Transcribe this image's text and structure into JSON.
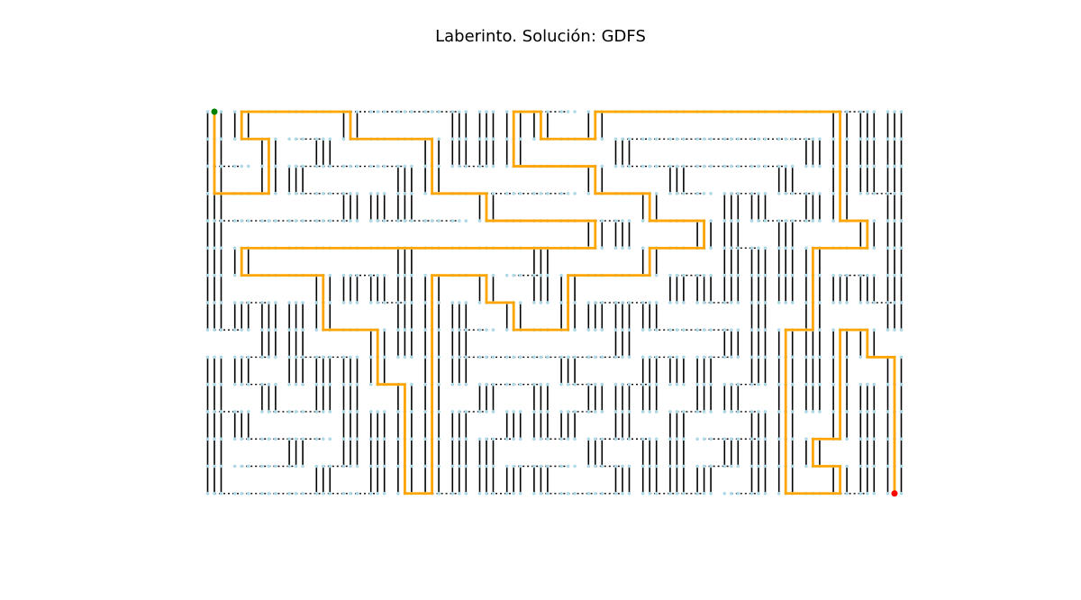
{
  "title": "Laberinto. Solución: GDFS",
  "maze": {
    "cols": 26,
    "rows": 15,
    "start_cell": [
      0,
      0
    ],
    "goal_cell": [
      25,
      14
    ],
    "colors": {
      "wall": "#000000",
      "solution": "#ffa500",
      "node": "#add8e6",
      "start": "#008000",
      "goal": "#ff0000"
    },
    "solution_path": [
      [
        0,
        0
      ],
      [
        0,
        1
      ],
      [
        0,
        2
      ],
      [
        0,
        3
      ],
      [
        1,
        3
      ],
      [
        2,
        3
      ],
      [
        2,
        2
      ],
      [
        2,
        1
      ],
      [
        1,
        1
      ],
      [
        1,
        0
      ],
      [
        2,
        0
      ],
      [
        3,
        0
      ],
      [
        4,
        0
      ],
      [
        5,
        0
      ],
      [
        5,
        1
      ],
      [
        6,
        1
      ],
      [
        7,
        1
      ],
      [
        8,
        1
      ],
      [
        8,
        2
      ],
      [
        8,
        3
      ],
      [
        9,
        3
      ],
      [
        10,
        3
      ],
      [
        10,
        4
      ],
      [
        11,
        4
      ],
      [
        12,
        4
      ],
      [
        13,
        4
      ],
      [
        14,
        4
      ],
      [
        14,
        5
      ],
      [
        13,
        5
      ],
      [
        12,
        5
      ],
      [
        11,
        5
      ],
      [
        10,
        5
      ],
      [
        9,
        5
      ],
      [
        8,
        5
      ],
      [
        7,
        5
      ],
      [
        6,
        5
      ],
      [
        5,
        5
      ],
      [
        4,
        5
      ],
      [
        3,
        5
      ],
      [
        2,
        5
      ],
      [
        1,
        5
      ],
      [
        1,
        6
      ],
      [
        2,
        6
      ],
      [
        3,
        6
      ],
      [
        4,
        6
      ],
      [
        4,
        7
      ],
      [
        4,
        8
      ],
      [
        5,
        8
      ],
      [
        6,
        8
      ],
      [
        6,
        9
      ],
      [
        6,
        10
      ],
      [
        7,
        10
      ],
      [
        7,
        11
      ],
      [
        7,
        12
      ],
      [
        7,
        13
      ],
      [
        7,
        14
      ],
      [
        8,
        14
      ],
      [
        8,
        13
      ],
      [
        8,
        12
      ],
      [
        8,
        11
      ],
      [
        8,
        10
      ],
      [
        8,
        9
      ],
      [
        8,
        8
      ],
      [
        8,
        7
      ],
      [
        8,
        6
      ],
      [
        9,
        6
      ],
      [
        10,
        6
      ],
      [
        10,
        7
      ],
      [
        11,
        7
      ],
      [
        11,
        8
      ],
      [
        12,
        8
      ],
      [
        13,
        8
      ],
      [
        13,
        7
      ],
      [
        13,
        6
      ],
      [
        14,
        6
      ],
      [
        15,
        6
      ],
      [
        16,
        6
      ],
      [
        16,
        5
      ],
      [
        17,
        5
      ],
      [
        18,
        5
      ],
      [
        18,
        4
      ],
      [
        17,
        4
      ],
      [
        16,
        4
      ],
      [
        16,
        3
      ],
      [
        15,
        3
      ],
      [
        14,
        3
      ],
      [
        14,
        2
      ],
      [
        13,
        2
      ],
      [
        12,
        2
      ],
      [
        11,
        2
      ],
      [
        11,
        1
      ],
      [
        11,
        0
      ],
      [
        12,
        0
      ],
      [
        12,
        1
      ],
      [
        13,
        1
      ],
      [
        14,
        1
      ],
      [
        14,
        0
      ],
      [
        15,
        0
      ],
      [
        16,
        0
      ],
      [
        17,
        0
      ],
      [
        18,
        0
      ],
      [
        19,
        0
      ],
      [
        20,
        0
      ],
      [
        21,
        0
      ],
      [
        22,
        0
      ],
      [
        23,
        0
      ],
      [
        23,
        1
      ],
      [
        23,
        2
      ],
      [
        23,
        3
      ],
      [
        23,
        4
      ],
      [
        24,
        4
      ],
      [
        24,
        5
      ],
      [
        23,
        5
      ],
      [
        22,
        5
      ],
      [
        22,
        6
      ],
      [
        22,
        7
      ],
      [
        22,
        8
      ],
      [
        21,
        8
      ],
      [
        21,
        9
      ],
      [
        21,
        10
      ],
      [
        21,
        11
      ],
      [
        21,
        12
      ],
      [
        21,
        13
      ],
      [
        21,
        14
      ],
      [
        22,
        14
      ],
      [
        23,
        14
      ],
      [
        23,
        13
      ],
      [
        22,
        13
      ],
      [
        22,
        12
      ],
      [
        23,
        12
      ],
      [
        23,
        11
      ],
      [
        23,
        10
      ],
      [
        23,
        9
      ],
      [
        23,
        8
      ],
      [
        24,
        8
      ],
      [
        24,
        9
      ],
      [
        25,
        9
      ],
      [
        25,
        10
      ],
      [
        25,
        11
      ],
      [
        25,
        12
      ],
      [
        25,
        13
      ],
      [
        25,
        14
      ]
    ]
  }
}
